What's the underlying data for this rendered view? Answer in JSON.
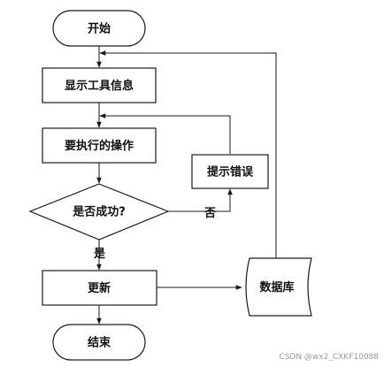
{
  "nodes": {
    "start": "开始",
    "show_tool_info": "显示工具信息",
    "operation": "要执行的操作",
    "decision": "是否成功?",
    "error": "提示错误",
    "update": "更新",
    "database": "数据库",
    "end": "结束"
  },
  "edges": {
    "yes": "是",
    "no": "否"
  },
  "watermark": "CSDN @wx2_CXKF10088"
}
